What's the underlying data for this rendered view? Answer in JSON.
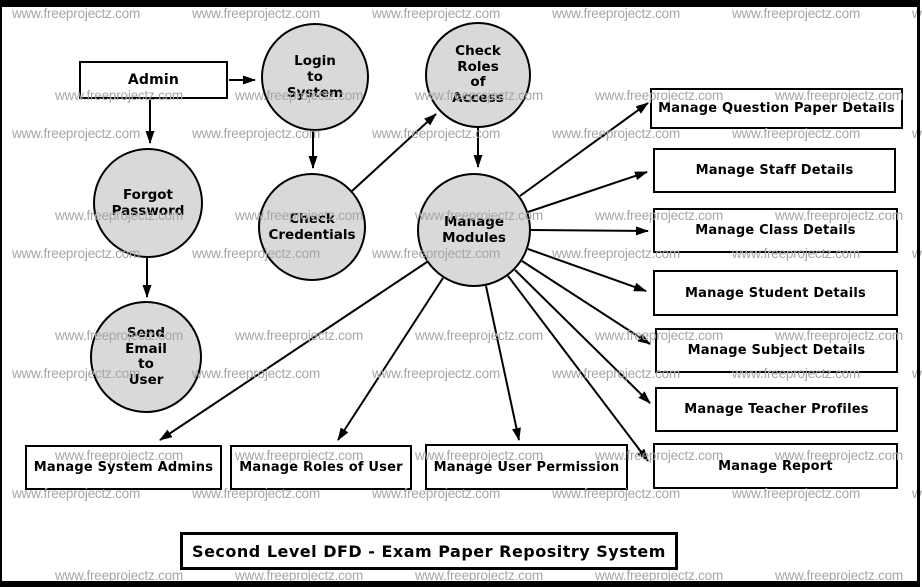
{
  "title": "Second Level DFD - Exam Paper Repositry System",
  "watermark": {
    "text": "www.freeprojectz.com"
  },
  "colors": {
    "process_fill": "#d9d9d9",
    "stroke": "#000000",
    "watermark": "#a6a6a6",
    "background": "#ffffff"
  },
  "nodes": {
    "admin": {
      "label": "Admin",
      "type": "external-entity"
    },
    "login": {
      "label": "Login\nto\nSystem",
      "type": "process"
    },
    "check_roles": {
      "label": "Check\nRoles\nof\nAccess",
      "type": "process"
    },
    "check_credentials": {
      "label": "Check\nCredentials",
      "type": "process"
    },
    "forgot_password": {
      "label": "Forgot\nPassword",
      "type": "process"
    },
    "send_email": {
      "label": "Send\nEmail\nto\nUser",
      "type": "process"
    },
    "manage_modules": {
      "label": "Manage\nModules",
      "type": "process"
    },
    "manage_question_paper": {
      "label": "Manage Question Paper Details",
      "type": "function"
    },
    "manage_staff": {
      "label": "Manage Staff Details",
      "type": "function"
    },
    "manage_class": {
      "label": "Manage Class Details",
      "type": "function"
    },
    "manage_student": {
      "label": "Manage Student Details",
      "type": "function"
    },
    "manage_subject": {
      "label": "Manage Subject Details",
      "type": "function"
    },
    "manage_teacher": {
      "label": "Manage Teacher Profiles",
      "type": "function"
    },
    "manage_report": {
      "label": "Manage Report",
      "type": "function"
    },
    "manage_system_admins": {
      "label": "Manage System Admins",
      "type": "function"
    },
    "manage_roles_user": {
      "label": "Manage Roles of User",
      "type": "function"
    },
    "manage_user_permission": {
      "label": "Manage User Permission",
      "type": "function"
    }
  },
  "connections": [
    {
      "from": "admin",
      "to": "login"
    },
    {
      "from": "admin",
      "to": "forgot_password"
    },
    {
      "from": "login",
      "to": "check_credentials"
    },
    {
      "from": "check_credentials",
      "to": "check_roles"
    },
    {
      "from": "check_roles",
      "to": "manage_modules"
    },
    {
      "from": "forgot_password",
      "to": "send_email"
    },
    {
      "from": "manage_modules",
      "to": "manage_question_paper"
    },
    {
      "from": "manage_modules",
      "to": "manage_staff"
    },
    {
      "from": "manage_modules",
      "to": "manage_class"
    },
    {
      "from": "manage_modules",
      "to": "manage_student"
    },
    {
      "from": "manage_modules",
      "to": "manage_subject"
    },
    {
      "from": "manage_modules",
      "to": "manage_teacher"
    },
    {
      "from": "manage_modules",
      "to": "manage_report"
    },
    {
      "from": "manage_modules",
      "to": "manage_system_admins"
    },
    {
      "from": "manage_modules",
      "to": "manage_roles_user"
    },
    {
      "from": "manage_modules",
      "to": "manage_user_permission"
    }
  ]
}
